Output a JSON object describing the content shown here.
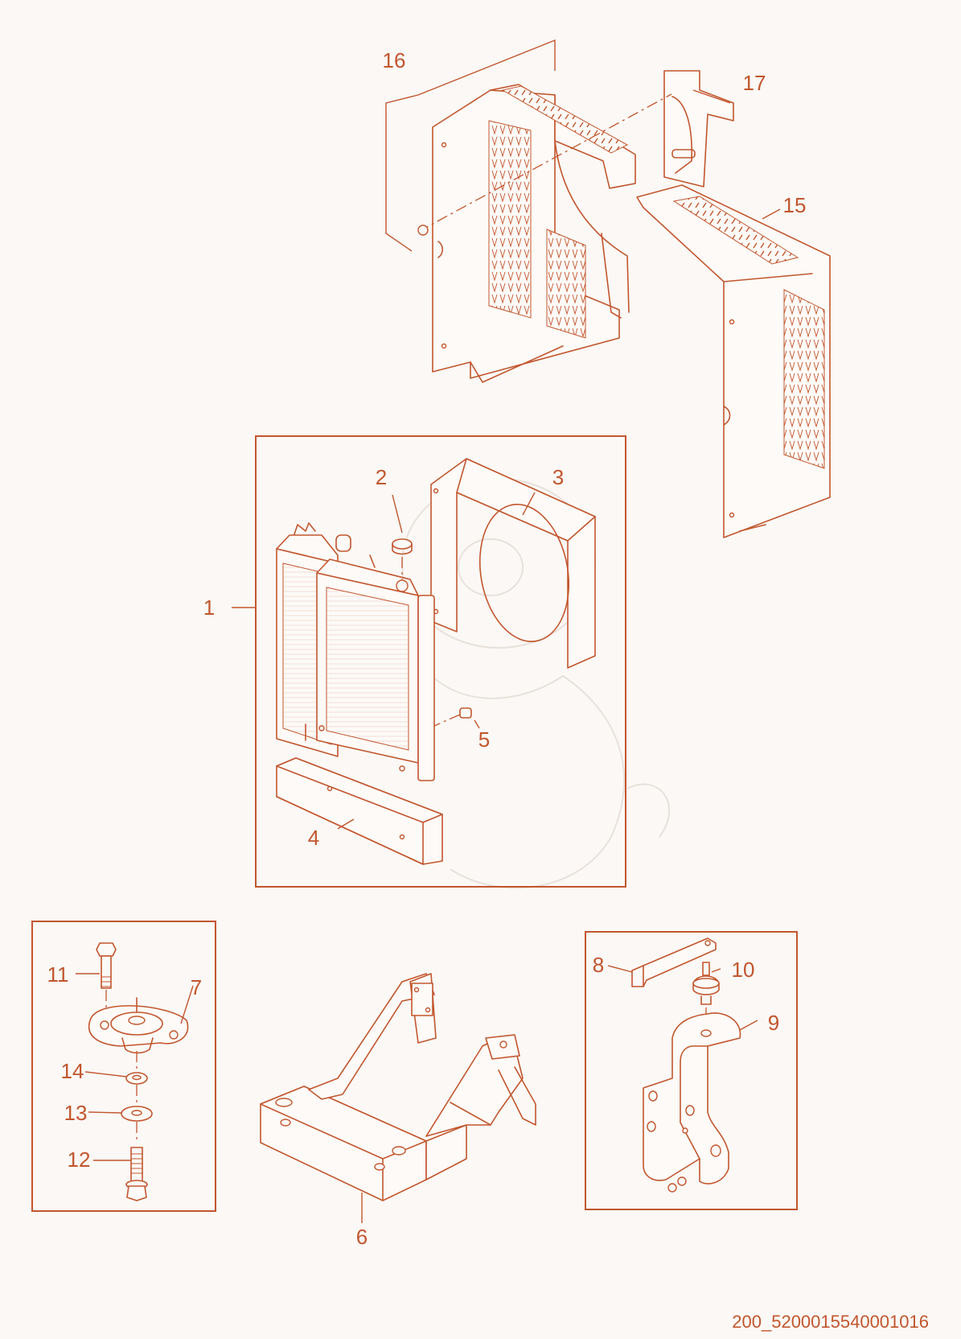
{
  "callouts": {
    "c1": "1",
    "c2": "2",
    "c3": "3",
    "c4": "4",
    "c5": "5",
    "c6": "6",
    "c7": "7",
    "c8": "8",
    "c9": "9",
    "c10": "10",
    "c11": "11",
    "c12": "12",
    "c13": "13",
    "c14": "14",
    "c15": "15",
    "c16": "16",
    "c17": "17"
  },
  "drawing_code": "200_5200015540001016",
  "colors": {
    "line": "#c2562e",
    "background": "#fbf8f5",
    "watermark": "#e9e1db"
  }
}
